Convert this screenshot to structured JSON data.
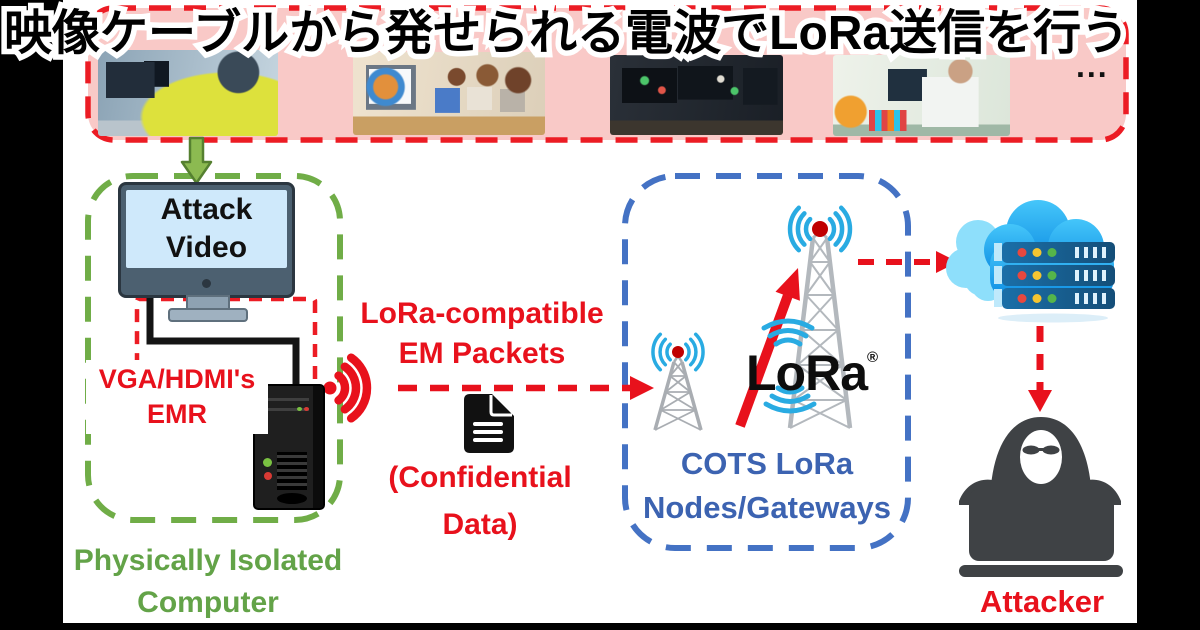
{
  "title": {
    "text": "映像ケーブルから発せられる電波でLoRa送信を行う"
  },
  "scenes_banner": {
    "ellipsis": "...",
    "photos": [
      {
        "name": "industrial-control-room-worker"
      },
      {
        "name": "office-team-meeting"
      },
      {
        "name": "trading-desk-monitors"
      },
      {
        "name": "laboratory-scientist"
      }
    ]
  },
  "isolated_computer": {
    "monitor_text": {
      "line1": "Attack",
      "line2": "Video"
    },
    "emr_label": {
      "line1": "VGA/HDMI's",
      "line2": "EMR"
    },
    "caption": {
      "line1": "Physically Isolated",
      "line2": "Computer"
    }
  },
  "em_channel": {
    "packets_label": {
      "line1": "LoRa-compatible",
      "line2": "EM Packets"
    },
    "confidential_label": {
      "line1": "(Confidential",
      "line2": "Data)"
    }
  },
  "lora_network": {
    "logo_text": "LoRa",
    "logo_reg_mark": "®",
    "caption": {
      "line1": "COTS LoRa",
      "line2": "Nodes/Gateways"
    }
  },
  "attacker": {
    "label": "Attacker"
  },
  "colors": {
    "accent_red": "#e8111c",
    "accent_green": "#70ad47",
    "accent_blue": "#4472c4",
    "banner_pink": "#f9c9c7",
    "signal_cyan": "#29abe2",
    "tower_gray": "#b3b8bd"
  }
}
